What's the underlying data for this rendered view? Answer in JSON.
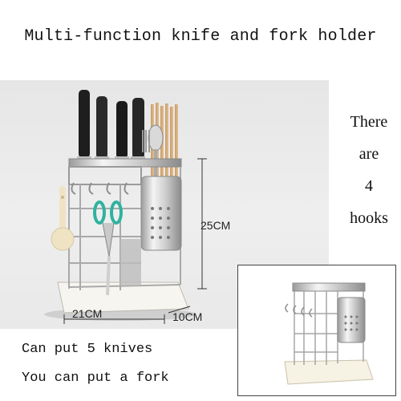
{
  "title": "Multi-function knife and fork holder",
  "hooks_note": {
    "lines": [
      "There",
      "are",
      "4",
      "hooks"
    ]
  },
  "dimensions": {
    "height": "25CM",
    "width": "21CM",
    "depth": "10CM"
  },
  "captions": {
    "knives": "Can put 5 knives",
    "fork": "You can put a fork"
  }
}
